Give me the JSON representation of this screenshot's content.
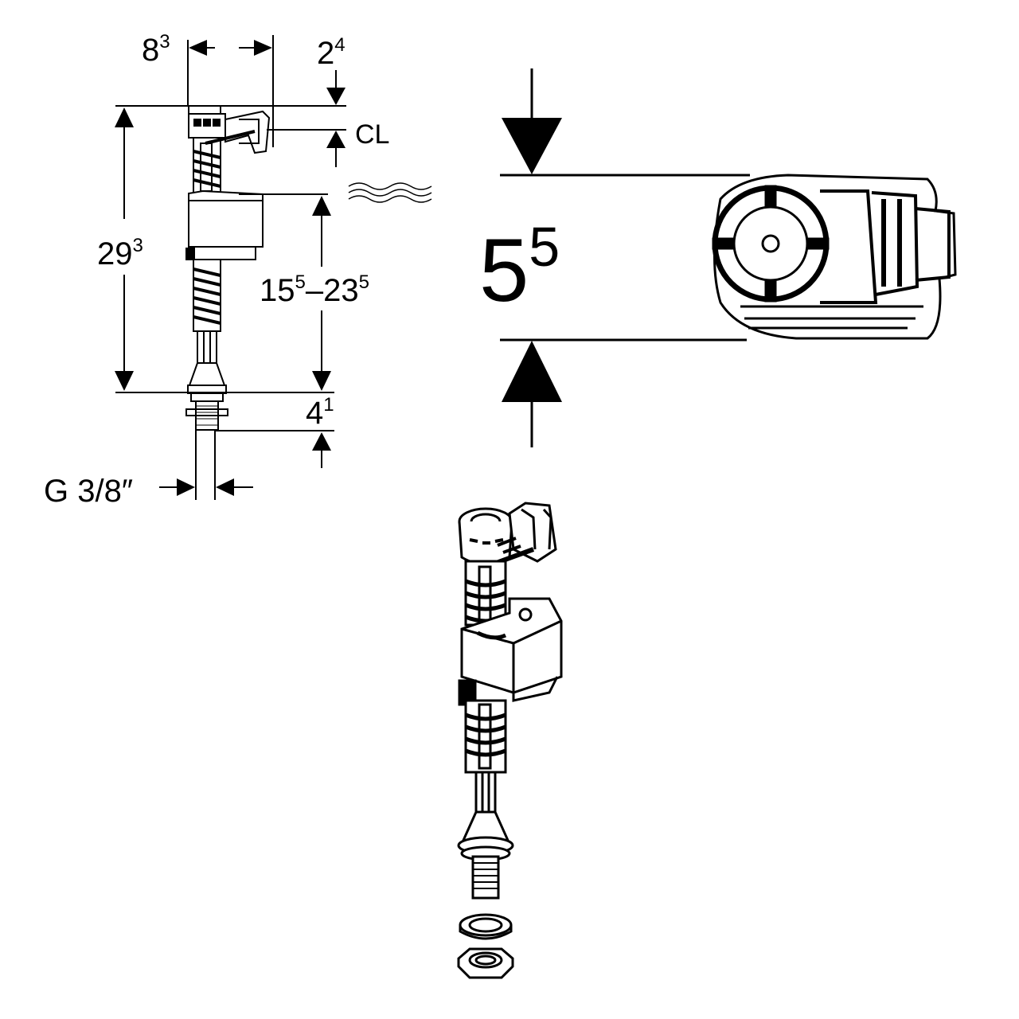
{
  "dimensions": {
    "width_top": {
      "base": "8",
      "sup": "3"
    },
    "offset_top": {
      "base": "2",
      "sup": "4"
    },
    "critical_level": {
      "label": "CL"
    },
    "total_height": {
      "base": "29",
      "sup": "3"
    },
    "float_range": {
      "from_base": "15",
      "from_sup": "5",
      "sep": "–",
      "to_base": "23",
      "to_sup": "5"
    },
    "thread_length": {
      "base": "4",
      "sup": "1"
    },
    "thread_size": {
      "label": "G 3/8″"
    },
    "head_height": {
      "base": "5",
      "sup": "5"
    }
  },
  "icons": {
    "water_level": "water-wave-icon",
    "valve_front": "fill-valve-front-view",
    "valve_top": "fill-valve-top-view",
    "valve_iso": "fill-valve-isometric-view"
  },
  "colors": {
    "ink": "#000000",
    "paper": "#ffffff"
  }
}
